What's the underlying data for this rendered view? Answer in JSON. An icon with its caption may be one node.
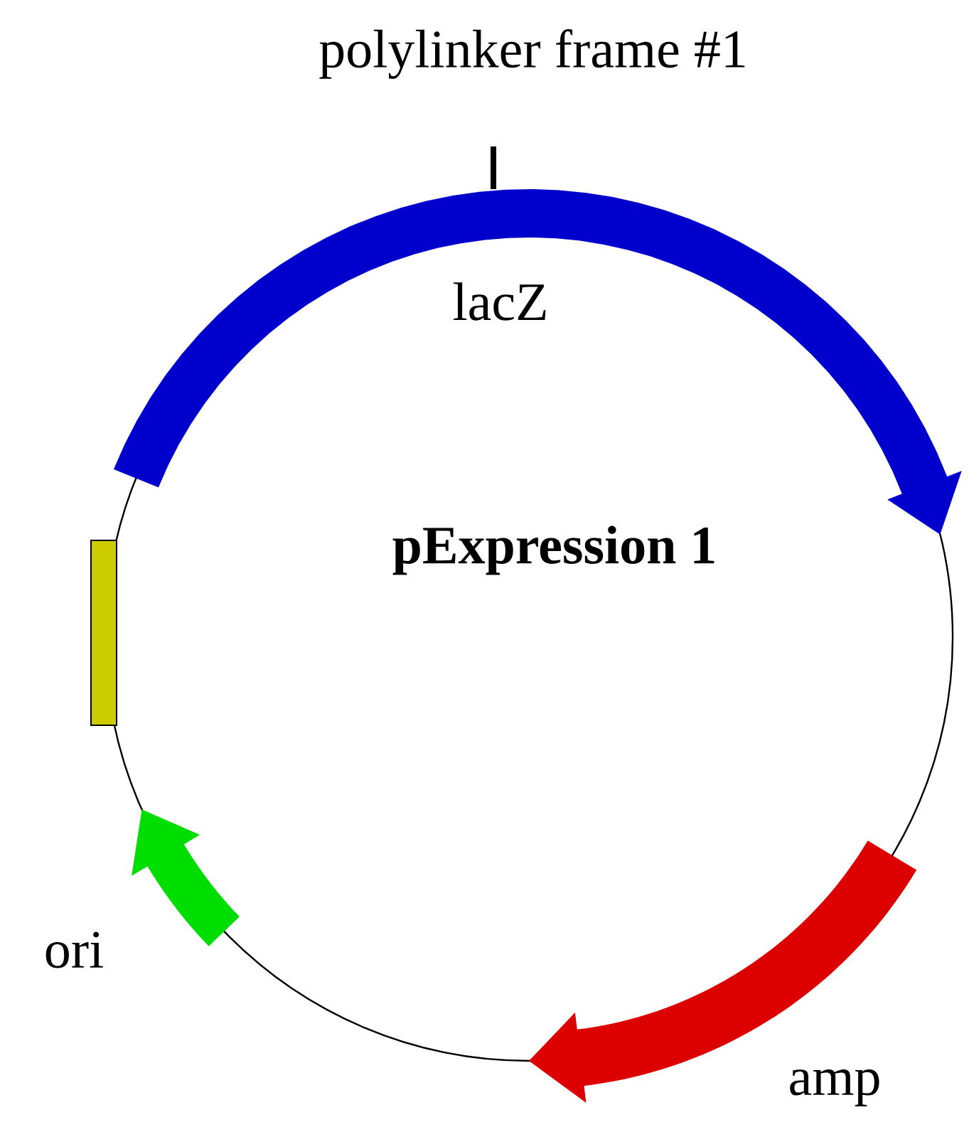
{
  "diagram": {
    "labels": [
      "polylinker frame #1",
      "lacZ",
      "pExpression 1",
      "ori",
      "amp"
    ]
  }
}
